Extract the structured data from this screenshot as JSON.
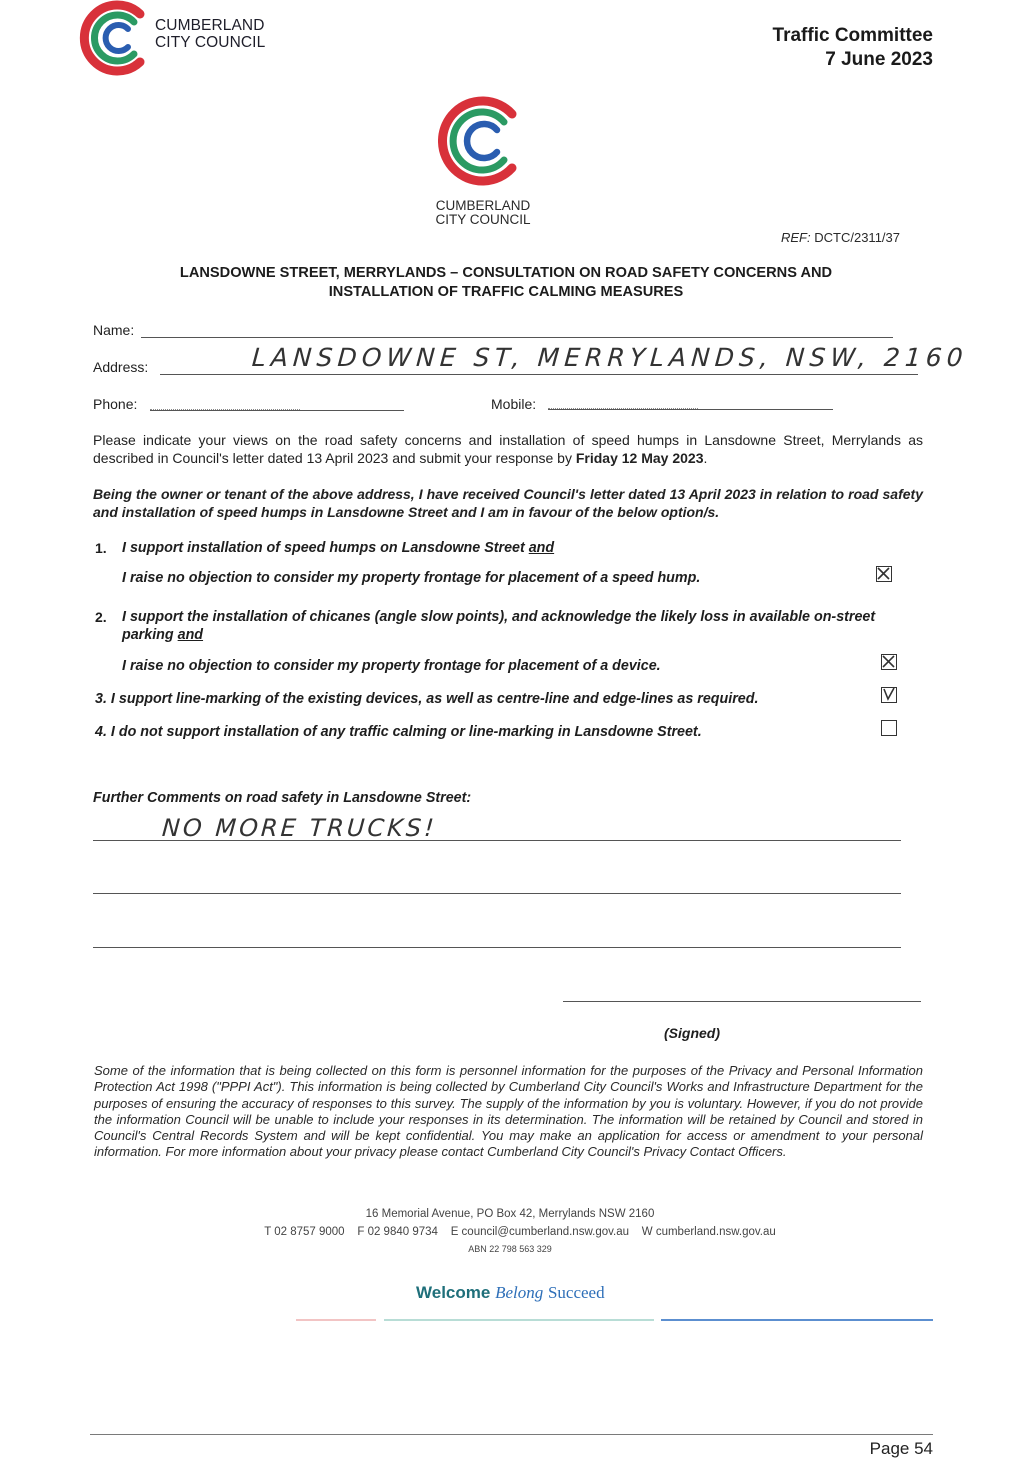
{
  "header": {
    "org_line1": "CUMBERLAND",
    "org_line2": "CITY COUNCIL",
    "committee": "Traffic Committee",
    "date": "7 June 2023"
  },
  "letterhead": {
    "org_line1": "CUMBERLAND",
    "org_line2": "CITY COUNCIL",
    "ref_label": "REF:",
    "ref_value": "DCTC/2311/37"
  },
  "title": {
    "line1": "LANSDOWNE STREET, MERRYLANDS – CONSULTATION ON ROAD SAFETY CONCERNS AND",
    "line2": "INSTALLATION OF TRAFFIC CALMING MEASURES"
  },
  "form": {
    "name_label": "Name:",
    "address_label": "Address:",
    "address_value": "LANSDOWNE ST, MERRYLANDS, NSW, 2160",
    "phone_label": "Phone:",
    "mobile_label": "Mobile:"
  },
  "intro": {
    "text": "Please indicate your views on the road safety concerns and installation of speed humps in Lansdowne Street, Merrylands as described in Council's letter dated 13 April 2023 and submit your response by ",
    "deadline": "Friday 12 May 2023",
    "end": "."
  },
  "statement": "Being the owner or tenant of the above address, I have received Council's letter dated 13 April 2023 in relation to road safety and installation of speed humps in Lansdowne Street and I am in favour of the below option/s.",
  "options": [
    {
      "number": "1.",
      "line1": "I support installation of speed humps on Lansdowne Street ",
      "line1_u": "and",
      "line2": "I raise no objection to consider my property frontage for placement of a speed hump.",
      "checked": true
    },
    {
      "number": "2.",
      "line1": "I support the installation of chicanes (angle slow points), and acknowledge the likely loss in available on-street parking ",
      "line1_u": "and",
      "line2": "I raise no objection to consider my property frontage for placement of a device.",
      "checked": true
    },
    {
      "number": "3.",
      "line1": "I support line-marking of the existing devices, as well as centre-line and edge-lines as required.",
      "checked": true
    },
    {
      "number": "4.",
      "line1": "I do not support installation of any traffic calming or line-marking in Lansdowne Street.",
      "checked": false
    }
  ],
  "comments": {
    "label": "Further Comments on road safety in Lansdowne Street:",
    "value": "NO MORE TRUCKS!"
  },
  "signed_label": "(Signed)",
  "privacy": "Some of the information that is being collected on this form is personnel information for the purposes of the Privacy and Personal Information Protection Act 1998 (\"PPPI Act\"). This information is being collected by Cumberland City Council's Works and Infrastructure Department for the purposes of ensuring the accuracy of responses to this survey. The supply of the information by you is voluntary. However, if you do not provide the information Council will be unable to include your responses in its determination. The information will be retained by Council and stored in Council's Central Records System and will be kept confidential. You may make an application for access or amendment to your personal information. For more information about your privacy please contact Cumberland City Council's Privacy Contact Officers.",
  "footer": {
    "address": "16 Memorial Avenue, PO Box 42, Merrylands NSW 2160",
    "contacts": "T 02 8757 9000    F 02 9840 9734    E council@cumberland.nsw.gov.au    W cumberland.nsw.gov.au",
    "abn": "ABN 22 798 563 329",
    "tag_welcome": "Welcome",
    "tag_belong": "Belong",
    "tag_succeed": "Succeed"
  },
  "page_label": "Page 54",
  "colors": {
    "logo_red": "#d8313a",
    "logo_green": "#2b9a63",
    "logo_blue": "#2a5db0",
    "tag_teal": "#1f6f7a",
    "tag_blue": "#2e6fb8"
  }
}
